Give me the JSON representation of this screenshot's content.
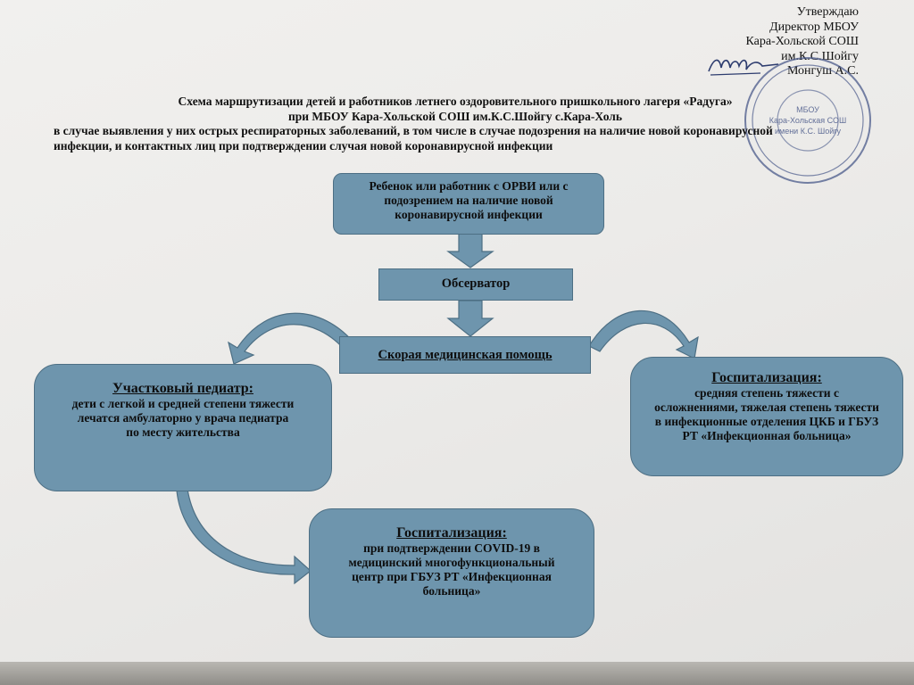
{
  "approval": {
    "line1": "Утверждаю",
    "line2": "Директор МБОУ",
    "line3": "Кара-Хольской СОШ",
    "line4": "им.К.С.Шойгу",
    "line5": "Монгуш А.С."
  },
  "stamp": {
    "text": "МБОУ Кара-Хольская СОШ имени К.С. Шойгу"
  },
  "title": {
    "line1": "Схема маршрутизации детей и работников летнего оздоровительного пришкольного лагеря «Радуга»",
    "line2": "при МБОУ Кара-Хольской СОШ им.К.С.Шойгу с.Кара-Холь",
    "line3": "в случае выявления у них острых респираторных заболеваний, в том числе в случае подозрения на наличие новой коронавирусной",
    "line4": "инфекции, и контактных лиц при подтверждении случая новой коронавирусной инфекции"
  },
  "boxes": {
    "start": {
      "line1": "Ребенок или работник с ОРВИ или с",
      "line2": "подозрением на наличие новой",
      "line3": "коронавирусной инфекции"
    },
    "observer": {
      "label": "Обсерватор"
    },
    "ambulance": {
      "label": "Скорая медицинская помощь"
    },
    "pediatrician": {
      "heading": "Участковый педиатр:",
      "line1": "дети с легкой и средней степени тяжести",
      "line2": "лечатся амбулаторно у врача педиатра",
      "line3": "по месту жительства"
    },
    "hospital_right": {
      "heading": "Госпитализация:",
      "line1": "средняя степень тяжести с",
      "line2": "осложнениями, тяжелая степень тяжести",
      "line3": "в инфекционные отделения ЦКБ и ГБУЗ",
      "line4": "РТ «Инфекционная больница»"
    },
    "hospital_bottom": {
      "heading": "Госпитализация:",
      "line1": "при подтверждении COVID-19 в",
      "line2": "медицинский многофункциональный",
      "line3": "центр при ГБУЗ РТ «Инфекционная",
      "line4": "больница»"
    }
  },
  "colors": {
    "box_fill": "#6e95ad",
    "box_border": "#4d6f84",
    "stamp_ink": "#4a5a8a",
    "paper": "#eeedeb"
  }
}
